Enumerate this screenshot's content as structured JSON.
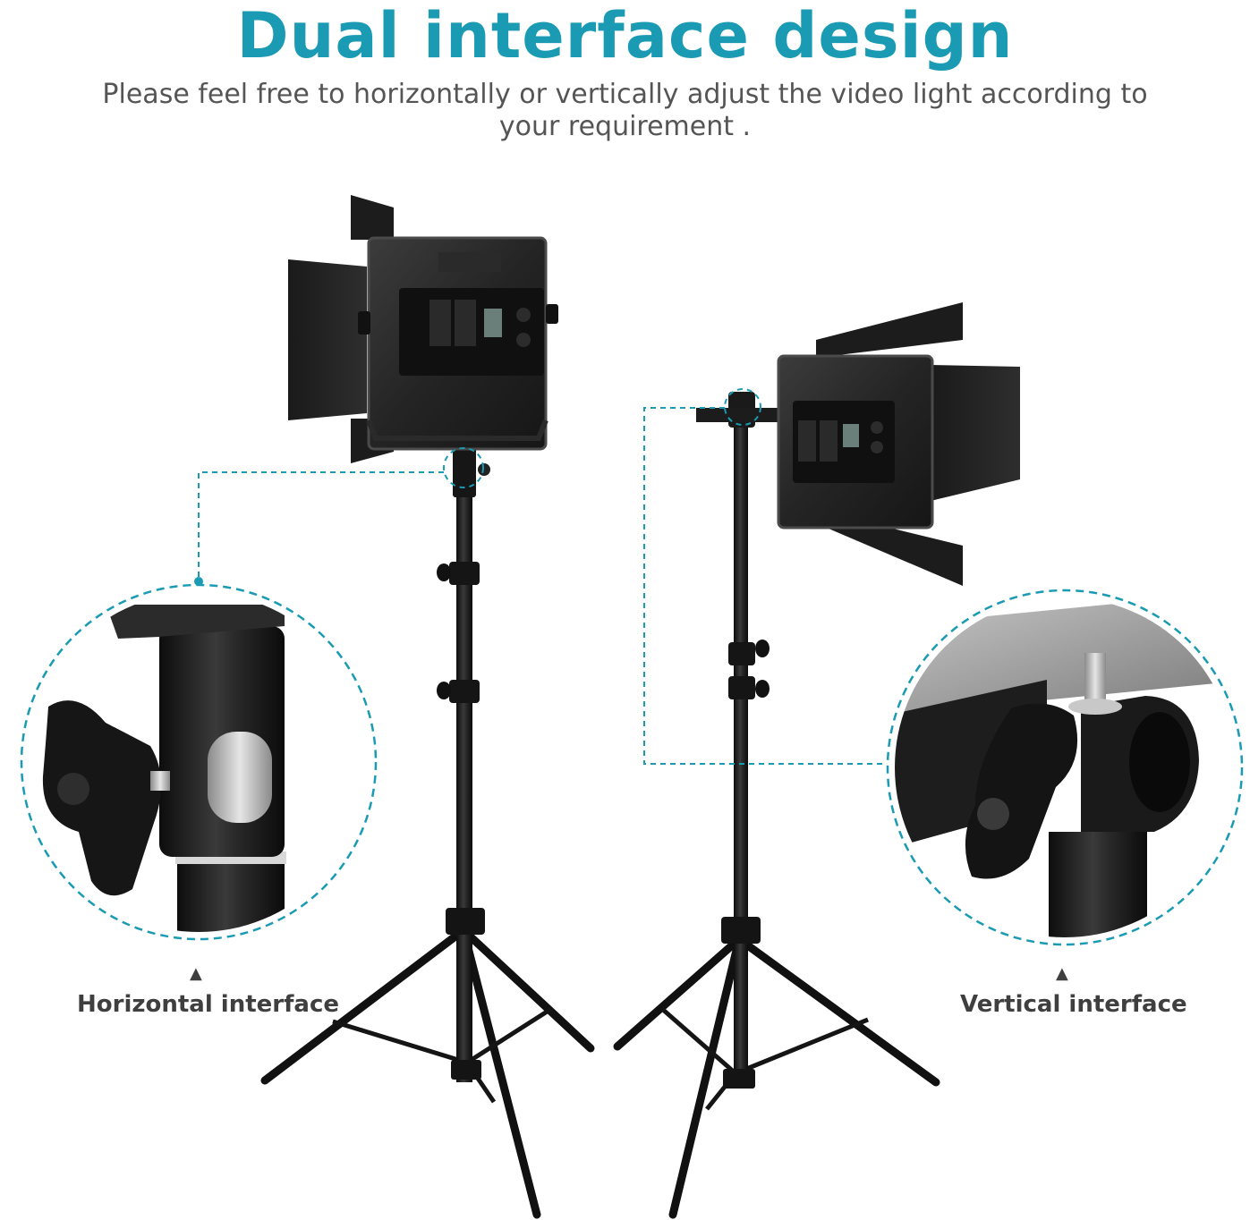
{
  "header": {
    "title": "Dual interface design",
    "subtitle": "Please feel free to horizontally or vertically adjust the video light according to your requirement ."
  },
  "callouts": {
    "left_label": "Horizontal interface",
    "right_label": "Vertical interface",
    "marker_glyph": "▲"
  },
  "colors": {
    "accent": "#1a9bb3",
    "body_text": "#555555",
    "label_text": "#3f3f3f",
    "metal_dark": "#1b1b1b"
  }
}
